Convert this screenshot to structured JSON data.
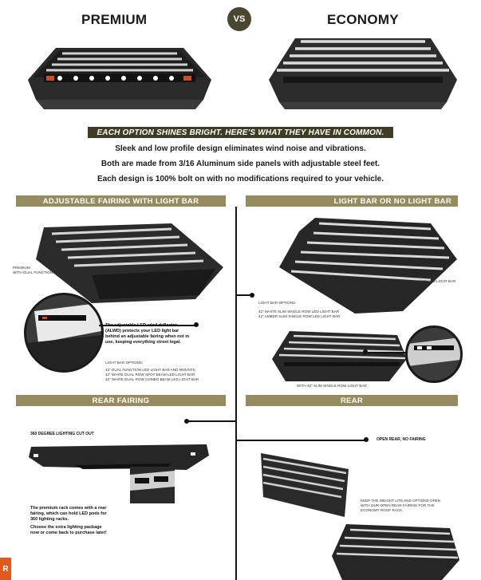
{
  "header": {
    "left_title": "PREMIUM",
    "vs": "VS",
    "right_title": "ECONOMY"
  },
  "banner": "EACH OPTION SHINES BRIGHT.  HERE'S WHAT THEY HAVE IN COMMON.",
  "features": [
    "Sleek and low profile design eliminates wind noise and vibrations.",
    "Both are made from 3/16 Aluminum side panels with adjustable steel feet.",
    "Each design is 100% bolt on with no modifications required to your vehicle."
  ],
  "sections": {
    "adj_fairing": {
      "title": "ADJUSTABLE FAIRING WITH LIGHT BAR",
      "label": "PREMIUM\nWITH DUAL FUNCTION",
      "desc": "The adjustable LED wind deflector (ALWD) protects your LED light bar behind an adjustable fairing when not in use, keeping everything street legal.",
      "options_title": "LIGHT BAR OPTIONS:",
      "options": [
        "43\" DUAL FUNCTION LED LIGHT BAR AND MOUNTS",
        "42\" WHITE DUAL ROW SPOT BEAM LED LIGHT BAR",
        "42\" WHITE DUAL ROW COMBO BEAM LED LIGHT BAR"
      ]
    },
    "light_bar": {
      "title": "LIGHT BAR OR NO LIGHT BAR",
      "label": "ECONOMY\nWITH NO LIGHT BAR",
      "options_title": "LIGHT BAR OPTIONS:",
      "options": [
        "42\" WHITE SLIM SINGLE ROW LED LIGHT BAR",
        "42\" AMBER SLIM SINGLE ROW LED LIGHT BAR"
      ],
      "caption": "WITH 42\" SLIM SINGLE ROW LIGHT BAR"
    },
    "rear_fairing": {
      "title": "REAR FAIRING",
      "label": "360 DEGREE LIGHTING CUT OUT",
      "desc1": "The premium rack comes with a rear fairing, which can hold LED pods for 360 lighting racks.",
      "desc2": "Choose the extra lighting package now or come back to purchase later!"
    },
    "rear": {
      "title": "REAR",
      "label": "OPEN REAR, NO FAIRING",
      "desc": "KEEP THE WEIGHT LITE AND OPTIONS OPEN WITH OUR OPEN REAR FAIRING FOR THE ECONOMY ROOF RACK."
    }
  },
  "badge": "R",
  "colors": {
    "banner": "#3f3b24",
    "section": "#968b5f",
    "badge": "#e2591d"
  }
}
